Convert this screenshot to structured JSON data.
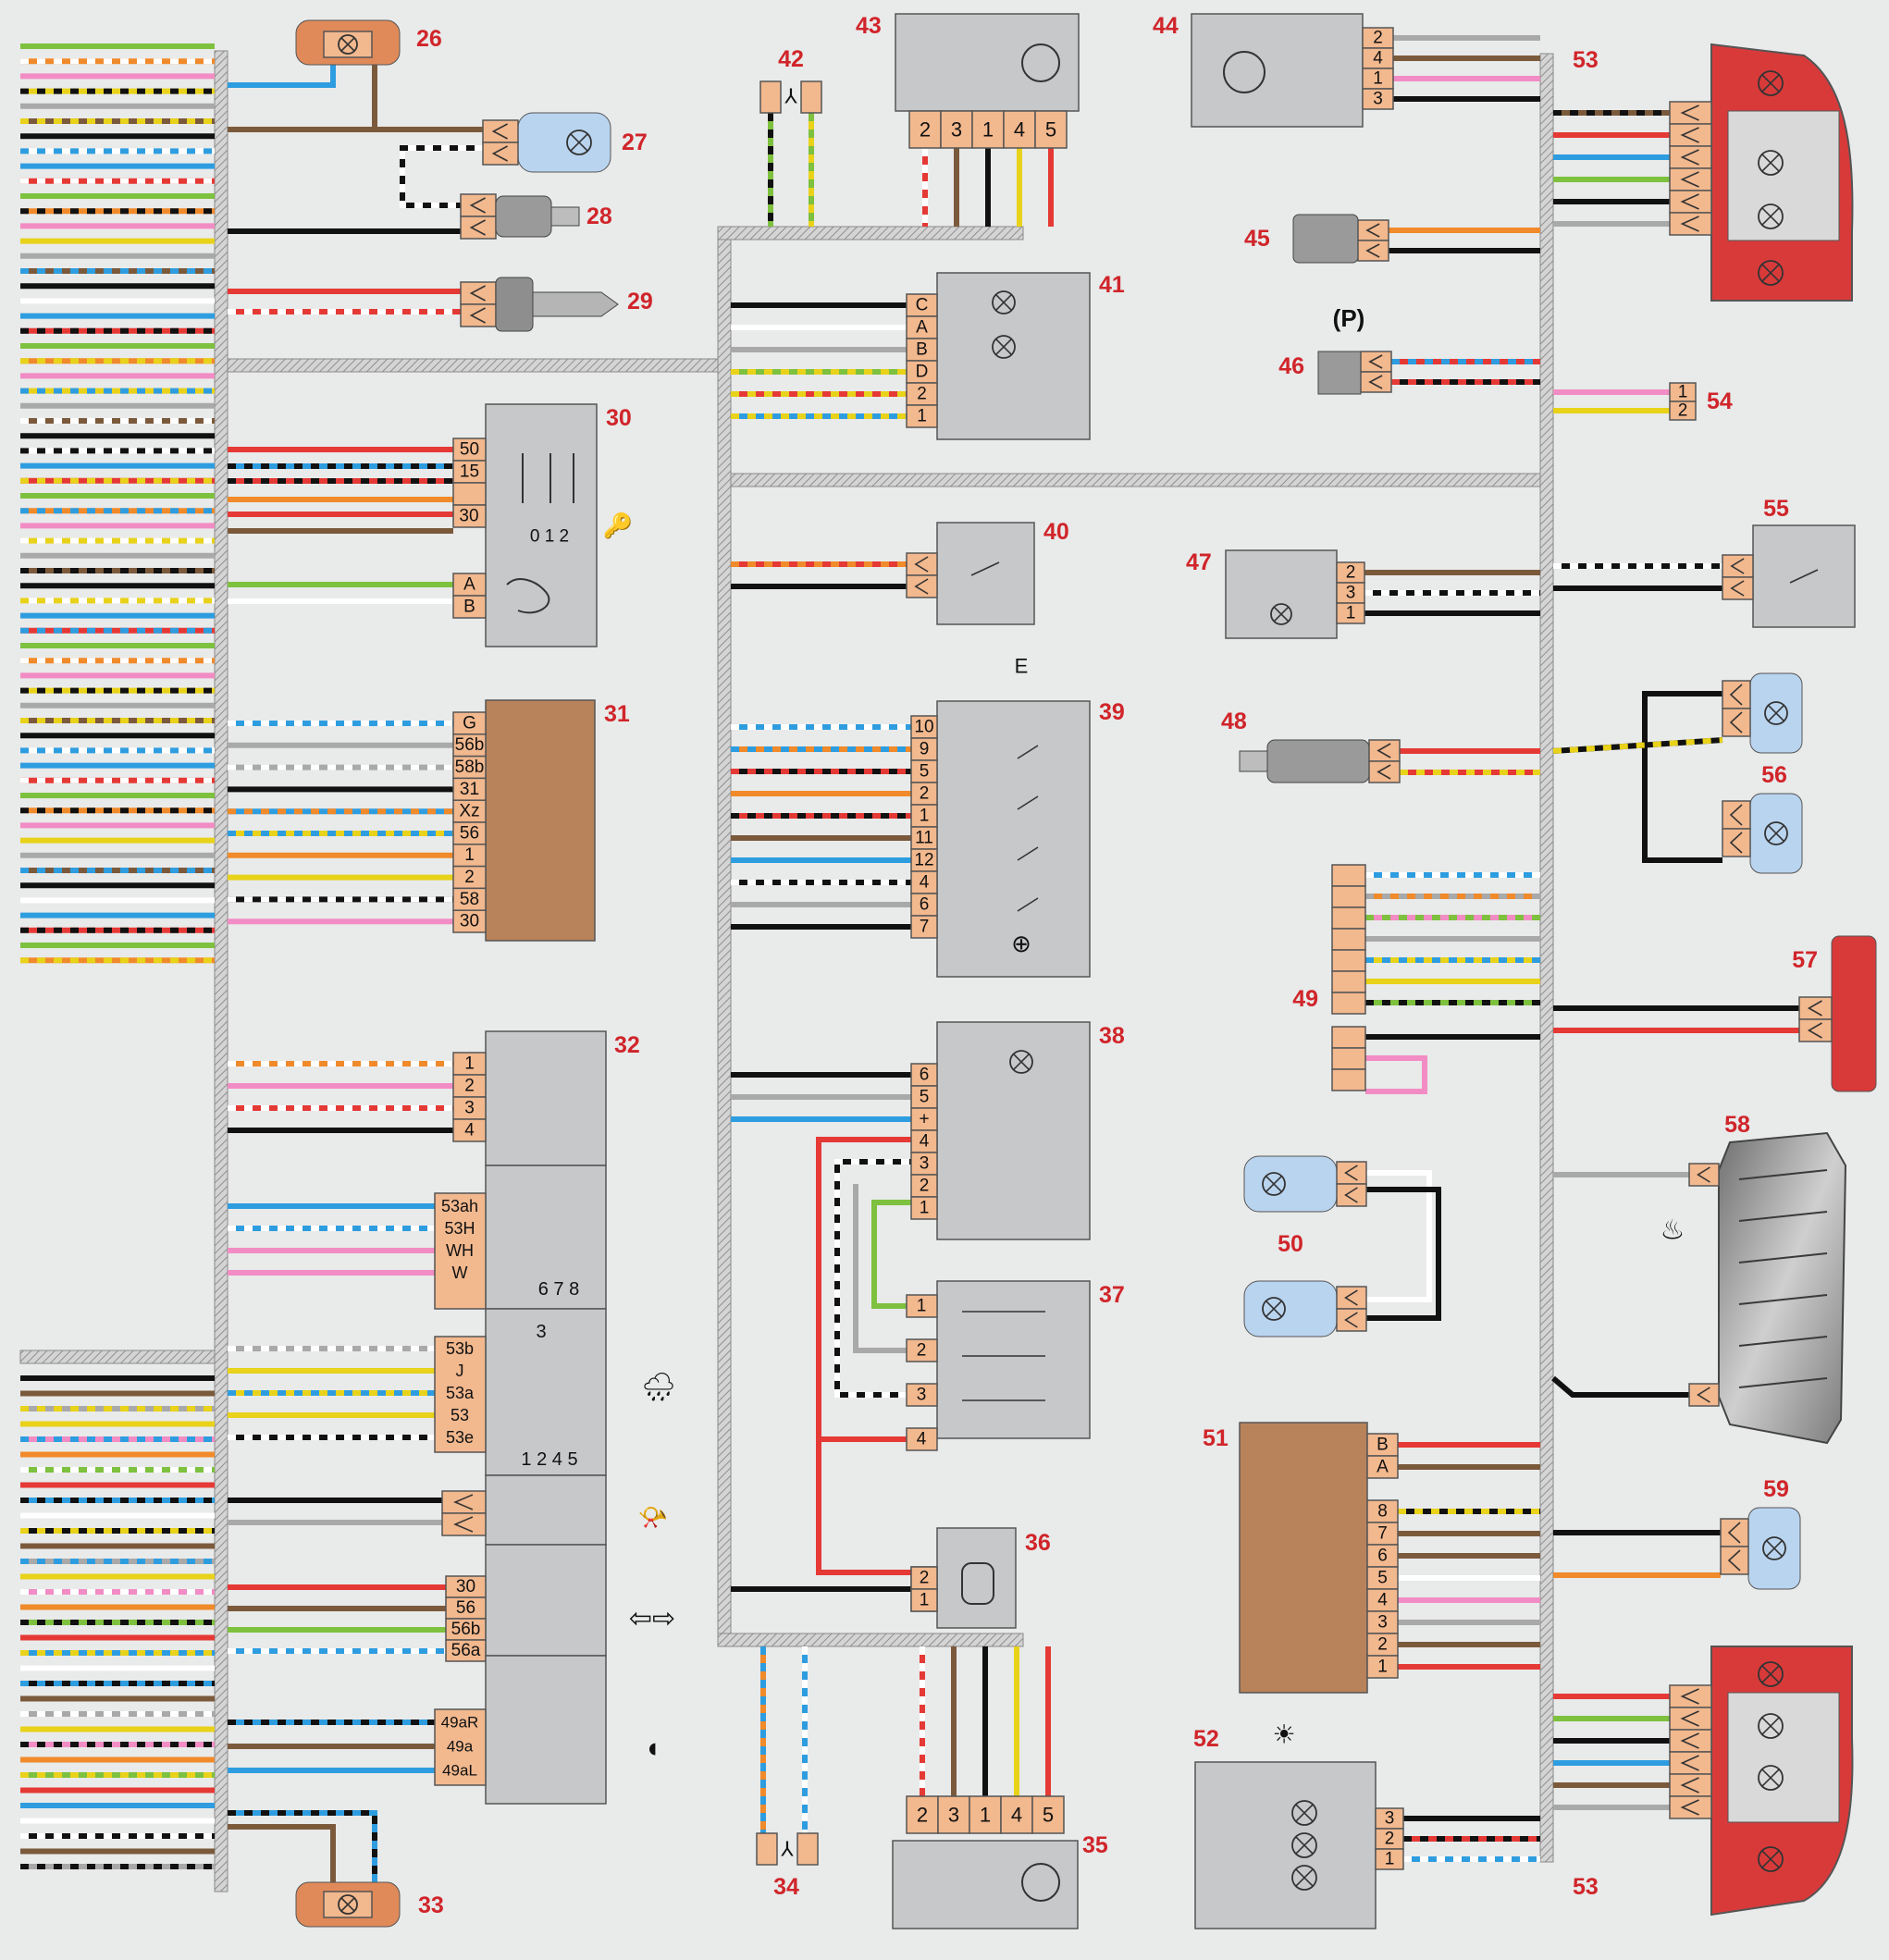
{
  "palette": {
    "connector": "#f2b88e",
    "connector_stroke": "#8a5a3a",
    "module": "#c7c8ca",
    "relay_block": "#b8835a",
    "lamp_blue": "#b9d4ef",
    "lamp_red": "#d83a3a",
    "bundle": "#a9a9a9",
    "label_red": "#d0252a"
  },
  "harness_colors": [
    "#7dc13e",
    "#e8d21a",
    "#111111",
    "#e53935",
    "#f28cc4",
    "#7b5a3c",
    "#2e9de0",
    "#f08a2a",
    "#a9a9a9",
    "#ffffff"
  ],
  "components": [
    {
      "id": "c26",
      "label": "26",
      "type": "lamp_small"
    },
    {
      "id": "c27",
      "label": "27",
      "type": "lamp_blue"
    },
    {
      "id": "c28",
      "label": "28",
      "type": "sensor"
    },
    {
      "id": "c29",
      "label": "29",
      "type": "sensor"
    },
    {
      "id": "c30",
      "label": "30",
      "type": "switch",
      "pins": [
        "50",
        "15",
        "30",
        "A",
        "B"
      ],
      "positions": "0 1 2"
    },
    {
      "id": "c31",
      "label": "31",
      "type": "relay_block",
      "pins": [
        "G",
        "56b",
        "58b",
        "31",
        "Xz",
        "56",
        "1",
        "2",
        "58",
        "30"
      ]
    },
    {
      "id": "c32",
      "label": "32",
      "type": "switch",
      "pins": [
        "1",
        "2",
        "3",
        "4"
      ],
      "pins_b": [
        "53ah",
        "53H",
        "WH",
        "W"
      ],
      "digits_b": "6 7 8",
      "pins_c": [
        "53b",
        "J",
        "53a",
        "53",
        "53e"
      ],
      "digits_c_top": "3",
      "digits_c": "1 2 4 5",
      "pins_e": [
        "30",
        "56",
        "56b",
        "56a"
      ],
      "pins_f": [
        "49aR",
        "49a",
        "49aL"
      ]
    },
    {
      "id": "c33",
      "label": "33",
      "type": "lamp_small"
    },
    {
      "id": "c34",
      "label": "34",
      "type": "connector"
    },
    {
      "id": "c35",
      "label": "35",
      "type": "motor",
      "pins": [
        "2",
        "3",
        "1",
        "4",
        "5"
      ]
    },
    {
      "id": "c36",
      "label": "36",
      "type": "motor_small",
      "pins": [
        "2",
        "1"
      ]
    },
    {
      "id": "c37",
      "label": "37",
      "type": "module",
      "pins": [
        "1",
        "2",
        "3",
        "4"
      ]
    },
    {
      "id": "c38",
      "label": "38",
      "type": "module",
      "pins": [
        "6",
        "5",
        "+",
        "4",
        "3",
        "2",
        "1"
      ]
    },
    {
      "id": "c39",
      "label": "39",
      "type": "switch",
      "pins": [
        "10",
        "9",
        "5",
        "2",
        "1",
        "11",
        "12",
        "4",
        "6",
        "7"
      ]
    },
    {
      "id": "c40",
      "label": "40",
      "type": "switch_small"
    },
    {
      "id": "c41",
      "label": "41",
      "type": "module",
      "pins": [
        "C",
        "A",
        "B",
        "D",
        "2",
        "1"
      ]
    },
    {
      "id": "c42",
      "label": "42",
      "type": "connector"
    },
    {
      "id": "c43",
      "label": "43",
      "type": "motor",
      "pins": [
        "2",
        "3",
        "1",
        "4",
        "5"
      ]
    },
    {
      "id": "c44",
      "label": "44",
      "type": "motor",
      "pins": [
        "2",
        "4",
        "1",
        "3"
      ]
    },
    {
      "id": "c45",
      "label": "45",
      "type": "sensor"
    },
    {
      "id": "c46",
      "label": "46",
      "type": "switch_small",
      "symbol": "(P)"
    },
    {
      "id": "c47",
      "label": "47",
      "type": "module",
      "pins": [
        "2",
        "3",
        "1"
      ]
    },
    {
      "id": "c48",
      "label": "48",
      "type": "sensor"
    },
    {
      "id": "c49",
      "label": "49",
      "type": "connector"
    },
    {
      "id": "c50",
      "label": "50",
      "type": "lamp_blue"
    },
    {
      "id": "c51",
      "label": "51",
      "type": "relay_block",
      "pins": [
        "B",
        "A",
        "8",
        "7",
        "6",
        "5",
        "4",
        "3",
        "2",
        "1"
      ]
    },
    {
      "id": "c52",
      "label": "52",
      "type": "switch",
      "pins": [
        "3",
        "2",
        "1"
      ]
    },
    {
      "id": "c53t",
      "label": "53",
      "type": "lamp_red"
    },
    {
      "id": "c53b",
      "label": "53",
      "type": "lamp_red"
    },
    {
      "id": "c54",
      "label": "54",
      "type": "connector",
      "pins": [
        "1",
        "2"
      ]
    },
    {
      "id": "c55",
      "label": "55",
      "type": "switch_small"
    },
    {
      "id": "c56",
      "label": "56",
      "type": "lamp_blue"
    },
    {
      "id": "c57",
      "label": "57",
      "type": "lamp_red_bar"
    },
    {
      "id": "c58",
      "label": "58",
      "type": "heater"
    },
    {
      "id": "c59",
      "label": "59",
      "type": "lamp_blue"
    }
  ]
}
